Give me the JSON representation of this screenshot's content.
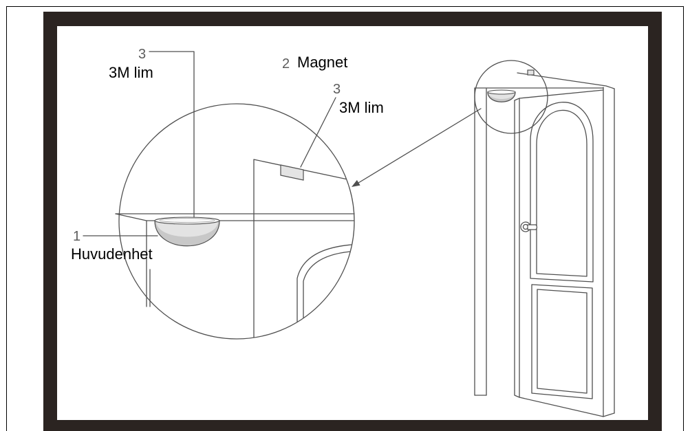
{
  "callouts": {
    "sensor_adhesive": {
      "number": "3",
      "label": "3M lim"
    },
    "magnet": {
      "number": "2",
      "label": "Magnet"
    },
    "magnet_adhesive": {
      "number": "3",
      "label": "3M lim"
    },
    "main_unit": {
      "number": "1",
      "label": "Huvudenhet"
    }
  },
  "colors": {
    "frame": "#2b2421",
    "outline": "#4f4f4f",
    "number": "#5c5c5c",
    "label": "#000000"
  }
}
